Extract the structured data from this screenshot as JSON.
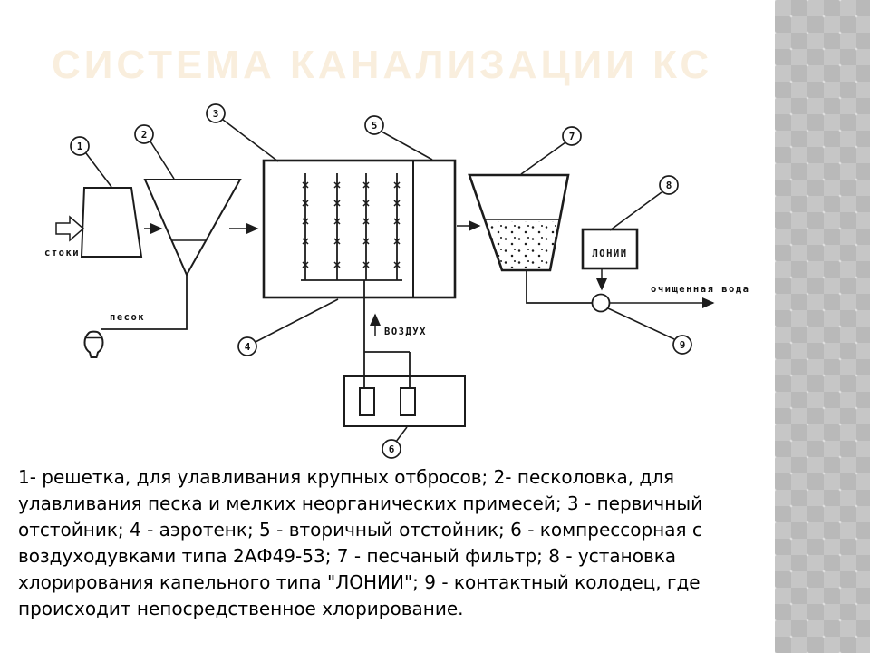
{
  "slide": {
    "title": "СИСТЕМА КАНАЛИЗАЦИИ КС",
    "title_color": "#f9eedd",
    "background_color": "#ffffff",
    "caption": "1- решетка, для улавливания крупных отбросов; 2- песколовка, для\nулавливания песка и мелких неорганических примесей; 3 - первичный\nотстойник; 4 - аэротенк; 5 - вторичный отстойник; 6 - компрессорная с\nвоздуходувками типа 2АФ49-53; 7 - песчаный фильтр; 8 - установка\nхлорирования капельного типа \"ЛОНИИ\"; 9 - контактный колодец, где\nпроисходит непосредственное хлорирование.",
    "diagram": {
      "labels": {
        "inflow": "стоки",
        "sand": "песок",
        "air": "ВОЗДУХ",
        "chlorinator": "ЛОНИИ",
        "outflow": "очищенная вода"
      },
      "callouts": [
        "1",
        "2",
        "3",
        "4",
        "5",
        "6",
        "7",
        "8",
        "9"
      ],
      "ink_color": "#1c1c1c",
      "strip_color": "#c6c6c6"
    }
  }
}
